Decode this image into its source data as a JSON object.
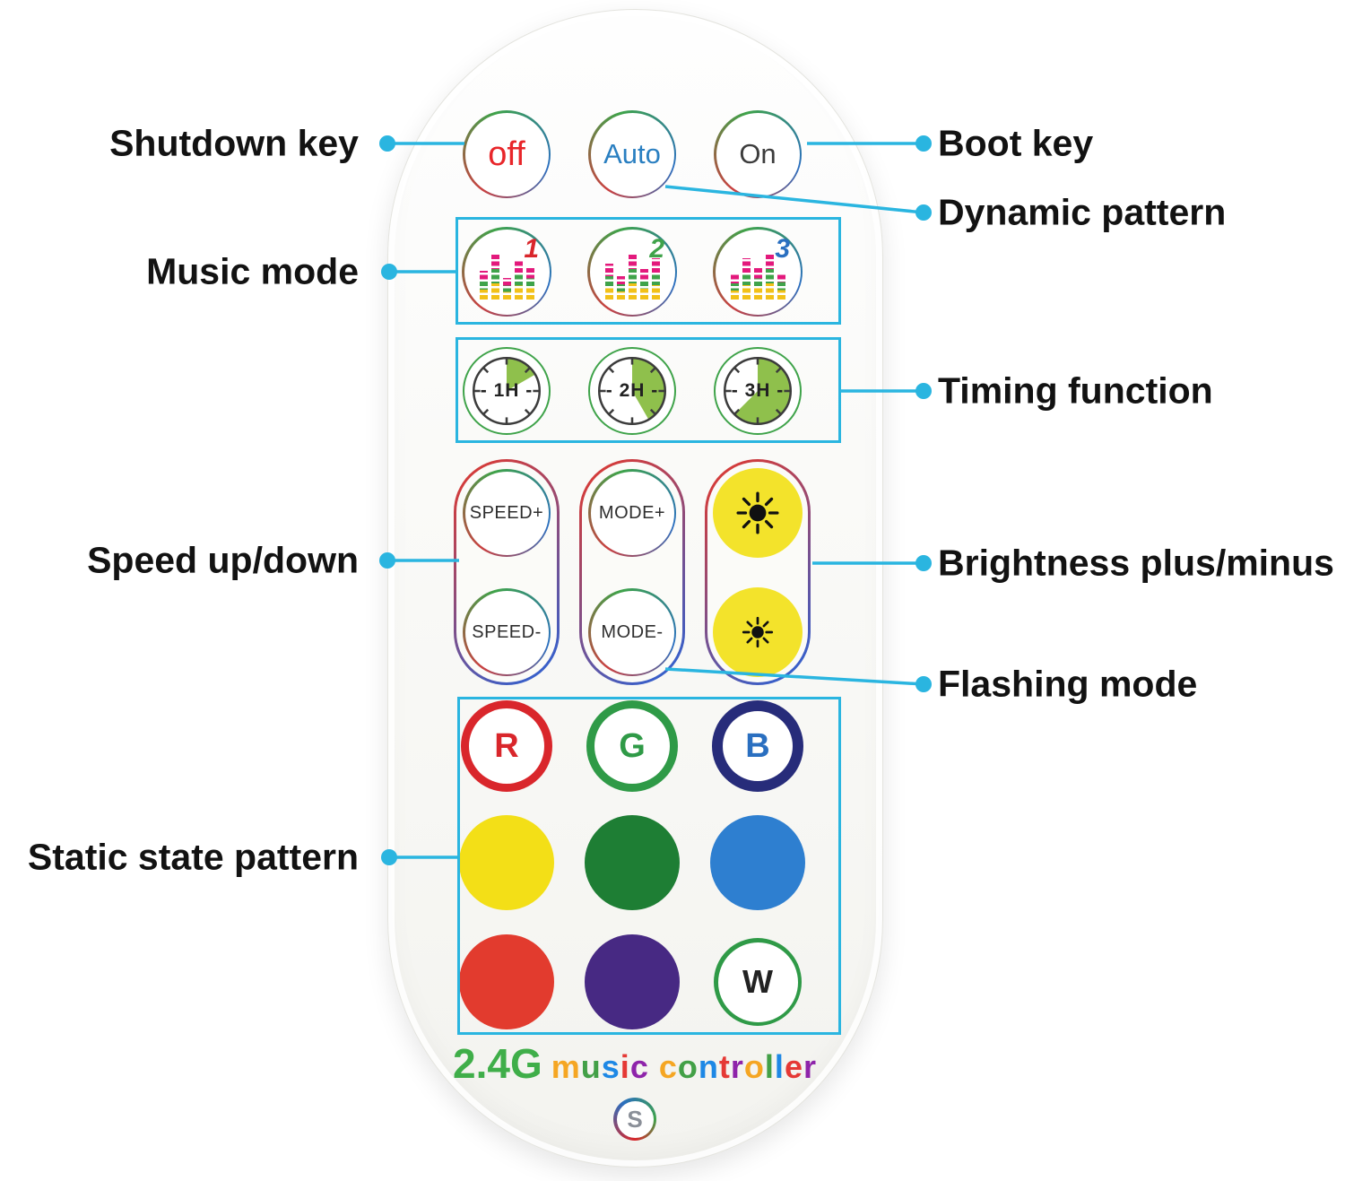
{
  "colors": {
    "accent": "#2ab5e0",
    "red": "#d9262b",
    "green": "#2f9a47",
    "blue": "#2a6fc0",
    "yellow": "#f3e32b",
    "purple": "#472983",
    "navy": "#272c7a"
  },
  "annotations": {
    "shutdown": "Shutdown key",
    "music": "Music mode",
    "speed": "Speed up/down",
    "static": "Static state pattern",
    "boot": "Boot key",
    "dynamic": "Dynamic pattern",
    "timing": "Timing function",
    "brightness": "Brightness plus/minus",
    "flashing": "Flashing mode"
  },
  "remote": {
    "buttons": {
      "off": "off",
      "auto": "Auto",
      "on": "On",
      "music1": "1",
      "music2": "2",
      "music3": "3",
      "timer1": "- 1H -",
      "timer2": "- 2H -",
      "timer3": "- 3H -",
      "speed_plus": "SPEED+",
      "speed_minus": "SPEED-",
      "mode_plus": "MODE+",
      "mode_minus": "MODE-",
      "r": "R",
      "g": "G",
      "b": "B",
      "w": "W"
    },
    "icons": {
      "equalizer": "equalizer-bars-icon",
      "clock": "clock-timer-icon",
      "sun_bright": "sun-bright-icon",
      "sun_dim": "sun-dim-icon",
      "logo": "brand-bulb-logo"
    },
    "brand": {
      "prefix": "2.4G",
      "rest": "music controller",
      "logo": "S"
    }
  }
}
